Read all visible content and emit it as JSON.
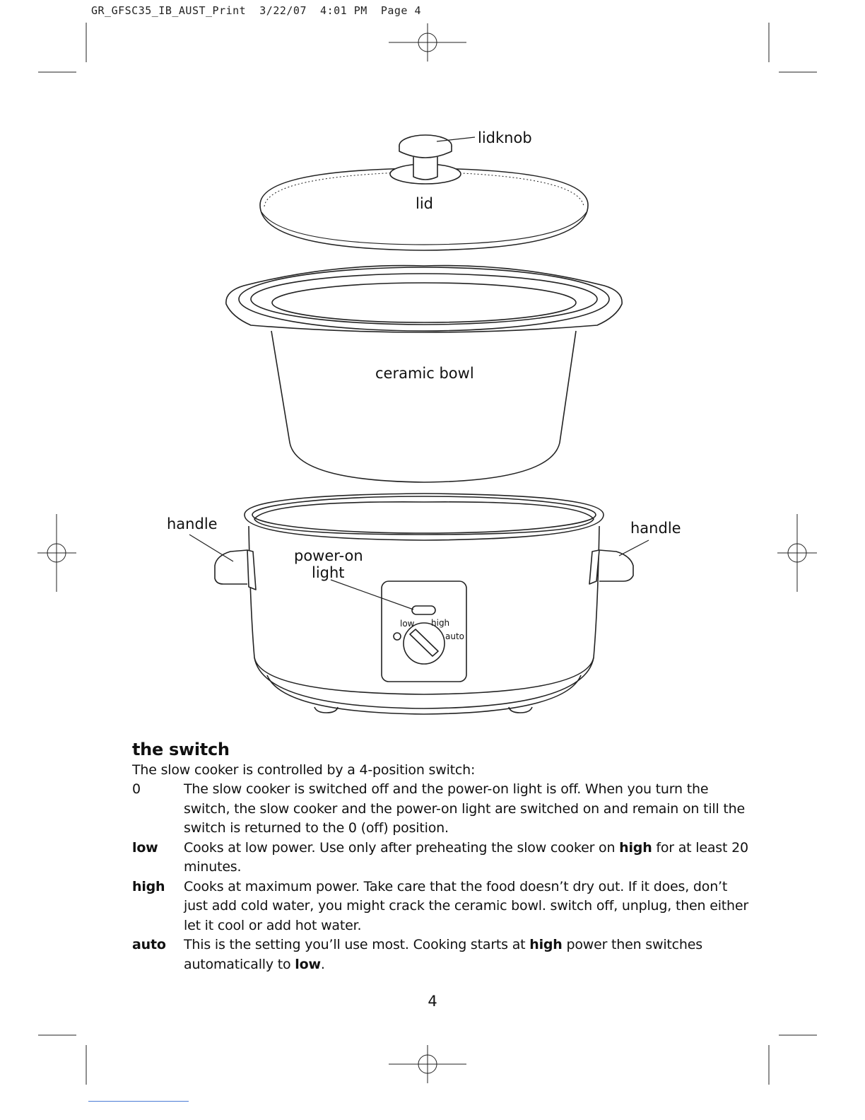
{
  "print_header": "GR_GFSC35_IB_AUST_Print  3/22/07  4:01 PM  Page 4",
  "diagram": {
    "labels": {
      "lidknob": "lidknob",
      "lid": "lid",
      "ceramic_bowl": "ceramic bowl",
      "handle_left": "handle",
      "handle_right": "handle",
      "power_on_line1": "power-on",
      "power_on_line2": "light",
      "dial_low": "low",
      "dial_high": "high",
      "dial_auto": "auto"
    }
  },
  "section": {
    "heading": "the switch",
    "intro": "The slow cooker is controlled by a 4-position switch:",
    "settings": [
      {
        "key": "0",
        "text": "The slow cooker is switched off and the power-on light is off. When you turn the switch, the slow cooker and the power-on light are switched on and remain on till the switch is returned to the  0  (off) position."
      },
      {
        "key": "low",
        "text_a": "Cooks at low power. Use only after preheating the slow cooker on ",
        "text_b": "high",
        "text_c": " for at least 20 minutes."
      },
      {
        "key": "high",
        "text": "Cooks at maximum power. Take care that the food doesn’t dry out. If it does, don’t just add cold water, you might crack the ceramic bowl. switch off, unplug, then either let it cool or add hot water."
      },
      {
        "key": "auto",
        "text_a": "This is the setting you’ll use most. Cooking starts at ",
        "text_b": "high",
        "text_c": " power then switches automatically to ",
        "text_d": "low",
        "text_e": "."
      }
    ]
  },
  "page_number": "4"
}
